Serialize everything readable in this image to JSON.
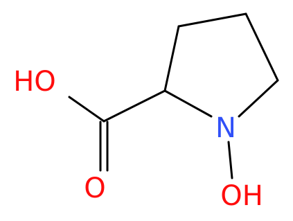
{
  "molecule": {
    "atoms": [
      {
        "id": "oh_top",
        "element": "O",
        "label": "HO",
        "color": "#ff0d0d"
      },
      {
        "id": "o_carbonyl",
        "element": "O",
        "label": "O",
        "color": "#ff0d0d"
      },
      {
        "id": "n_ring",
        "element": "N",
        "label": "N",
        "color": "#3050f8"
      },
      {
        "id": "oh_bottom",
        "element": "O",
        "label": "OH",
        "color": "#ff0d0d"
      }
    ],
    "bond_color": "#000000"
  }
}
